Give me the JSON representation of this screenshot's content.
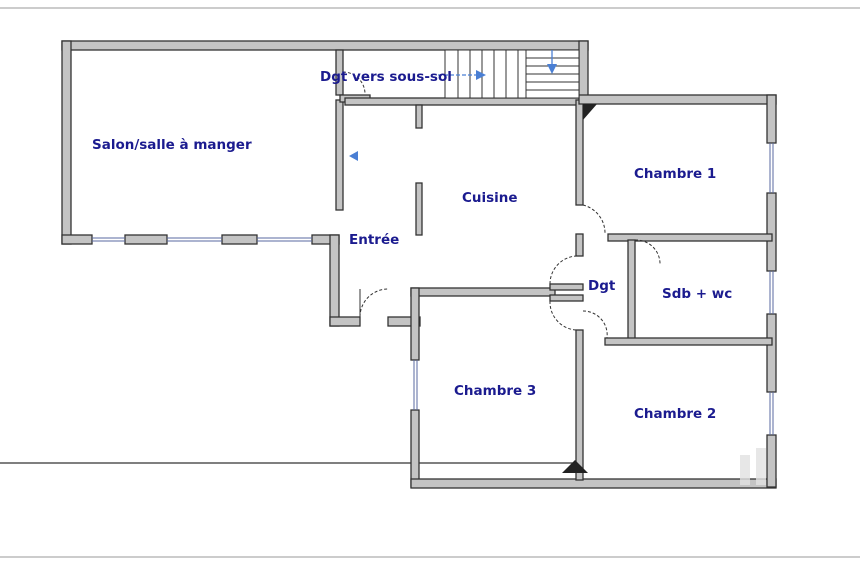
{
  "rooms": {
    "salon": "Salon/salle à manger",
    "dgt_sous_sol": "Dgt vers sous-sol",
    "cuisine": "Cuisine",
    "entree": "Entrée",
    "chambre1": "Chambre 1",
    "dgt": "Dgt",
    "sdb": "Sdb + wc",
    "chambre3": "Chambre 3",
    "chambre2": "Chambre 2"
  },
  "colors": {
    "label": "#1b1b8f",
    "wall_fill": "#c4c4c4",
    "wall_stroke": "#333333",
    "arrow": "#4a7fd4",
    "frame": "#9a9a9a"
  }
}
